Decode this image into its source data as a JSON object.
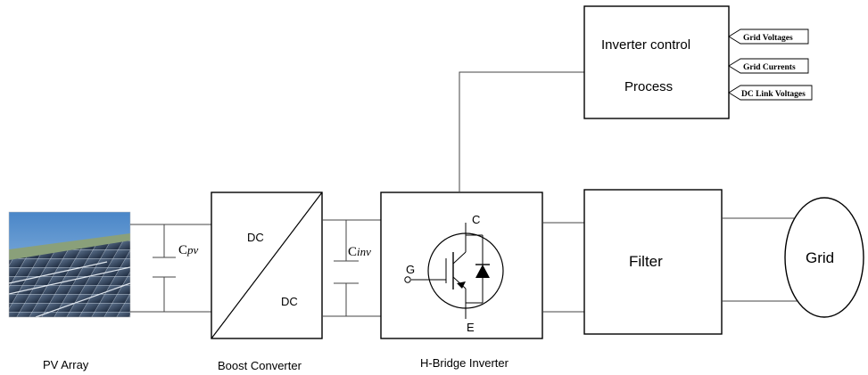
{
  "blocks": {
    "pv_array": {
      "label": "PV Array"
    },
    "boost": {
      "label": "Boost Converter",
      "top": "DC",
      "bottom": "DC"
    },
    "inverter": {
      "label": "H-Bridge Inverter",
      "terminal_c": "C",
      "terminal_g": "G",
      "terminal_e": "E"
    },
    "control": {
      "line1": "Inverter control",
      "line2": "Process"
    },
    "filter": {
      "label": "Filter"
    },
    "grid": {
      "label": "Grid"
    }
  },
  "capacitors": {
    "cpv": {
      "main": "C",
      "sub": "pv"
    },
    "cinv": {
      "main": "C",
      "sub": "inv"
    }
  },
  "control_inputs": [
    "Grid Voltages",
    "Grid Currents",
    "DC Link Voltages"
  ]
}
